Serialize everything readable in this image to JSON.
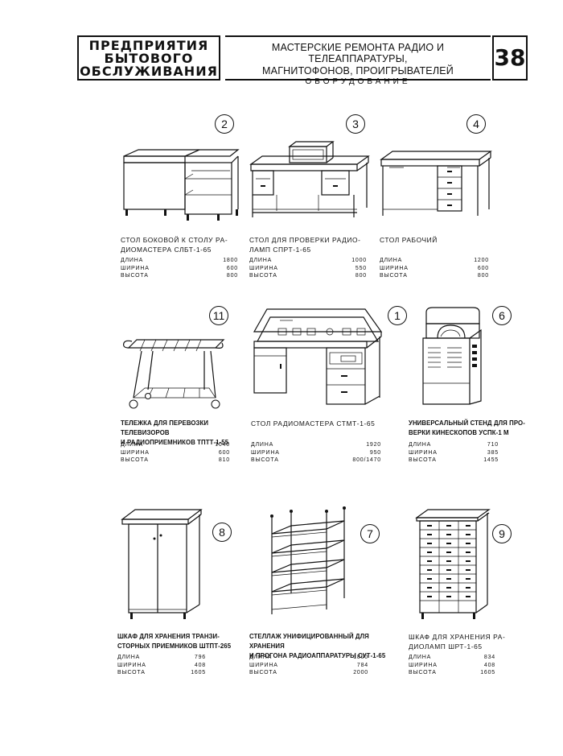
{
  "header": {
    "left_lines": [
      "ПРЕДПРИЯТИЯ",
      "БЫТОВОГО",
      "ОБСЛУЖИВАНИЯ"
    ],
    "middle_line1": "МАСТЕРСКИЕ РЕМОНТА РАДИО И ТЕЛЕАППАРАТУРЫ,",
    "middle_line2": "МАГНИТОФОНОВ, ПРОИГРЫВАТЕЛЕЙ",
    "middle_line3": "ОБОРУДОВАНИЕ",
    "page_number": "38"
  },
  "spec_labels": {
    "length": "ДЛИНА",
    "width": "ШИРИНА",
    "height": "ВЫСОТА"
  },
  "items": [
    {
      "number": "2",
      "title": "СТОЛ БОКОВОЙ К СТОЛУ РА-\nДИОМАСТЕРА СЛБТ-1-65",
      "length": "1800",
      "width": "600",
      "height": "800",
      "icon": "side-table-drawing"
    },
    {
      "number": "3",
      "title": "СТОЛ ДЛЯ ПРОВЕРКИ РАДИО-\nЛАМП СПРТ-1-65",
      "length": "1000",
      "width": "550",
      "height": "800",
      "icon": "tube-test-table-drawing"
    },
    {
      "number": "4",
      "title": "СТОЛ РАБОЧИЙ",
      "length": "1200",
      "width": "600",
      "height": "800",
      "icon": "work-table-drawing"
    },
    {
      "number": "11",
      "title": "ТЕЛЕЖКА ДЛЯ ПЕРЕВОЗКИ ТЕЛЕВИЗОРОВ\nИ РАДИОПРИЕМНИКОВ ТПТТ-1-55",
      "length": "1040",
      "width": "600",
      "height": "810",
      "icon": "trolley-drawing"
    },
    {
      "number": "1",
      "title": "СТОЛ РАДИОМАСТЕРА СТМТ-1-65",
      "length": "1920",
      "width": "950",
      "height": "800/1470",
      "icon": "radio-master-desk-drawing"
    },
    {
      "number": "6",
      "title": "УНИВЕРСАЛЬНЫЙ СТЕНД ДЛЯ ПРО-\nВЕРКИ КИНЕСКОПОВ УСПК-1 М",
      "length": "710",
      "width": "385",
      "height": "1455",
      "icon": "test-stand-drawing"
    },
    {
      "number": "8",
      "title": "ШКАФ ДЛЯ ХРАНЕНИЯ ТРАНЗИ-\nСТОРНЫХ ПРИЕМНИКОВ ШТПТ-265",
      "length": "796",
      "width": "408",
      "height": "1605",
      "icon": "cabinet-drawing"
    },
    {
      "number": "7",
      "title": "СТЕЛЛАЖ УНИФИЦИРОВАННЫЙ ДЛЯ ХРАНЕНИЯ\nИ ПРОГОНА РАДИОАППАРАТУРЫ СУТ-1-65",
      "length": "1800",
      "width": "784",
      "height": "2000",
      "icon": "shelving-drawing"
    },
    {
      "number": "9",
      "title": "ШКАФ ДЛЯ ХРАНЕНИЯ РА-\nДИОЛАМП ШРТ-1-65",
      "length": "834",
      "width": "408",
      "height": "1605",
      "icon": "tube-cabinet-drawing"
    }
  ]
}
